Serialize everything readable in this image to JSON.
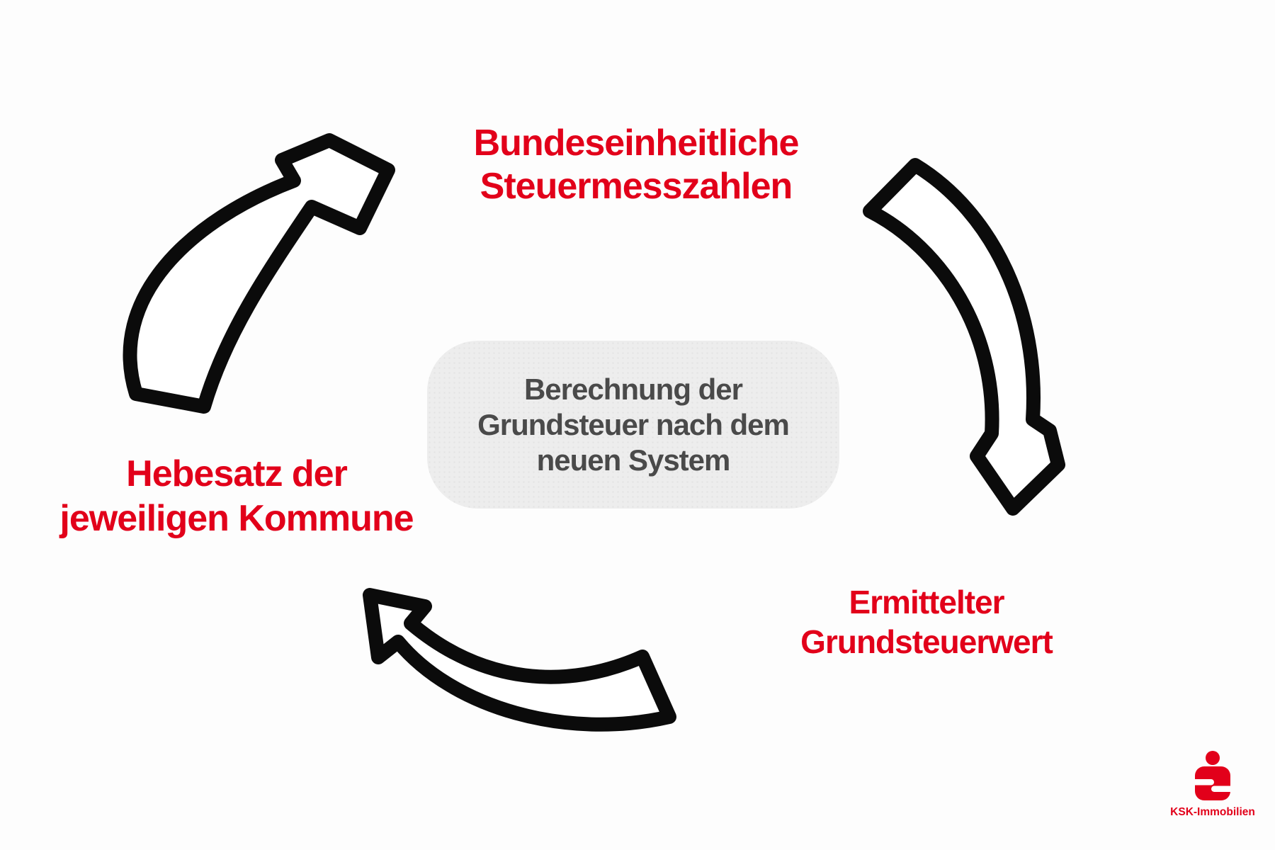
{
  "diagram": {
    "type": "cycle-diagram",
    "center_label": "Berechnung der\nGrundsteuer nach dem\nneuen System",
    "top_label": "Bundeseinheitliche\nSteuermesszahlen",
    "right_label": "Ermittelter\nGrundsteuerwert",
    "left_label": "Hebesatz der\njeweiligen Kommune",
    "arrows": [
      "arrow-left-to-top-icon",
      "arrow-top-to-right-icon",
      "arrow-right-to-left-icon"
    ]
  },
  "branding": {
    "logo_icon": "sparkasse-s-icon",
    "logo_text": "KSK-Immobilien"
  },
  "colors": {
    "accent_red": "#e2001a",
    "text_dark": "#4a4a4a",
    "box_background": "#ededed",
    "arrow_outline": "#0b0b0b",
    "page_background": "#fdfdfd"
  }
}
